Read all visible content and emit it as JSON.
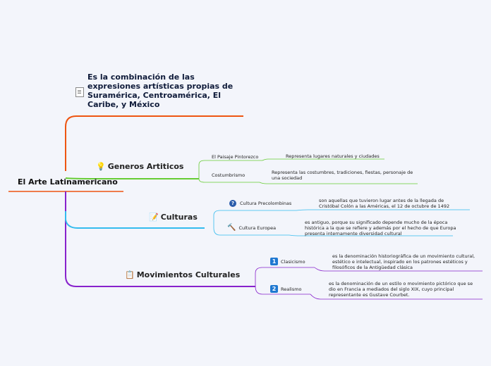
{
  "root": {
    "label": "El Arte Latinamericano"
  },
  "definition": {
    "text": "Es la combinación de las expresiones artísticas propias de Suramérica, Centroamérica, El Caribe, y México",
    "icon": "document-icon"
  },
  "branches": [
    {
      "label": "Generos Artiticos",
      "icon": "lightbulb-icon",
      "color": "#66cc33",
      "children": [
        {
          "label": "El Paisaje Pintorezco",
          "leaf": "Representa lugares naturales y ciudades"
        },
        {
          "label": "Costumbrismo",
          "leaf": "Representa las costumbres, tradiciones, fiestas, personaje de una sociedad"
        }
      ]
    },
    {
      "label": "Culturas",
      "icon": "pencil-note-icon",
      "color": "#33bbee",
      "children": [
        {
          "label": "Cultura Precolombinas",
          "icon": "question-icon",
          "leaf": "son aquellas que tuvieron lugar antes de la llegada de Cristóbal Colón a las Américas, el 12 de octubre de 1492"
        },
        {
          "label": "Cultura Europea",
          "icon": "gavel-icon",
          "leaf": "es antiguo, porque su significado depende mucho de la época histórica a la que se refiere y además por el hecho de que Europa presenta internamente diversidad cultural"
        }
      ]
    },
    {
      "label": "Movimientos Culturales",
      "icon": "clipboard-icon",
      "color": "#8822cc",
      "children": [
        {
          "label": "Clasicismo",
          "badge": "1",
          "leaf": "es la denominación historiográfica de un movimiento cultural, estético e intelectual, inspirado en los patrones estéticos y filosóficos de la Antigüedad clásica"
        },
        {
          "label": "Realismo",
          "badge": "2",
          "leaf": "es la denominación de un estilo o movimiento pictórico que se dio en Francia a mediados del siglo XIX, cuyo principal representante es Gustave Courbet."
        }
      ]
    }
  ],
  "colors": {
    "background": "#f3f5fb",
    "definition_branch": "#ee5511",
    "root_underline": "#ee5511",
    "generos": "#66cc33",
    "culturas": "#33bbee",
    "movimientos": "#8822cc"
  }
}
